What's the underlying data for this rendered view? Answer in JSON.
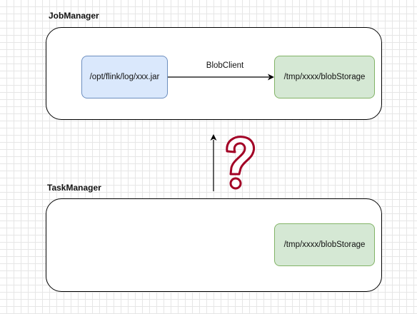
{
  "job_manager": {
    "title": "JobManager",
    "source_node": "/opt/flink/log/xxx.jar",
    "edge_label": "BlobClient",
    "target_node": "/tmp/xxxx/blobStorage"
  },
  "task_manager": {
    "title": "TaskManager",
    "storage_node": "/tmp/xxxx/blobStorage"
  },
  "question_mark": {
    "color": "#a20025"
  },
  "colors": {
    "blue_fill": "#dae8fc",
    "blue_stroke": "#6c8ebf",
    "green_fill": "#d5e8d4",
    "green_stroke": "#82b366"
  }
}
